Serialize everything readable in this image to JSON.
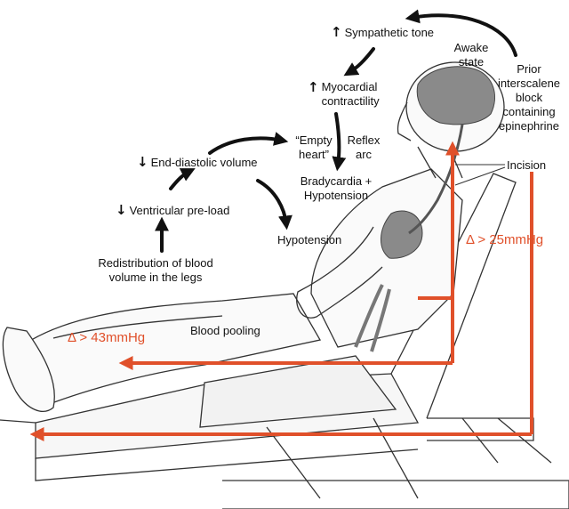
{
  "labels": {
    "sympathetic_tone": "Sympathetic tone",
    "awake_state": "Awake state",
    "prior_block": "Prior interscalene block containing epinephrine",
    "myocardial_contractility": "Myocardial contractility",
    "empty_heart": "“Empty heart”",
    "reflex_arc": "Reflex arc",
    "end_diastolic_volume": "End-diastolic volume",
    "bradycardia_hypotension": "Bradycardia + Hypotension",
    "incision": "Incision",
    "ventricular_preload": "Ventricular pre-load",
    "hypotension": "Hypotension",
    "delta_25": "Δ > 25mmHg",
    "redistribution": "Redistribution of blood volume in the legs",
    "delta_43": "Δ > 43mmHg",
    "blood_pooling": "Blood pooling"
  },
  "indicators": {
    "up": "↑",
    "down": "↓"
  },
  "colors": {
    "accent_red": "#e0502a",
    "ink": "#111111",
    "skin_gray": "#8a8a8a"
  }
}
